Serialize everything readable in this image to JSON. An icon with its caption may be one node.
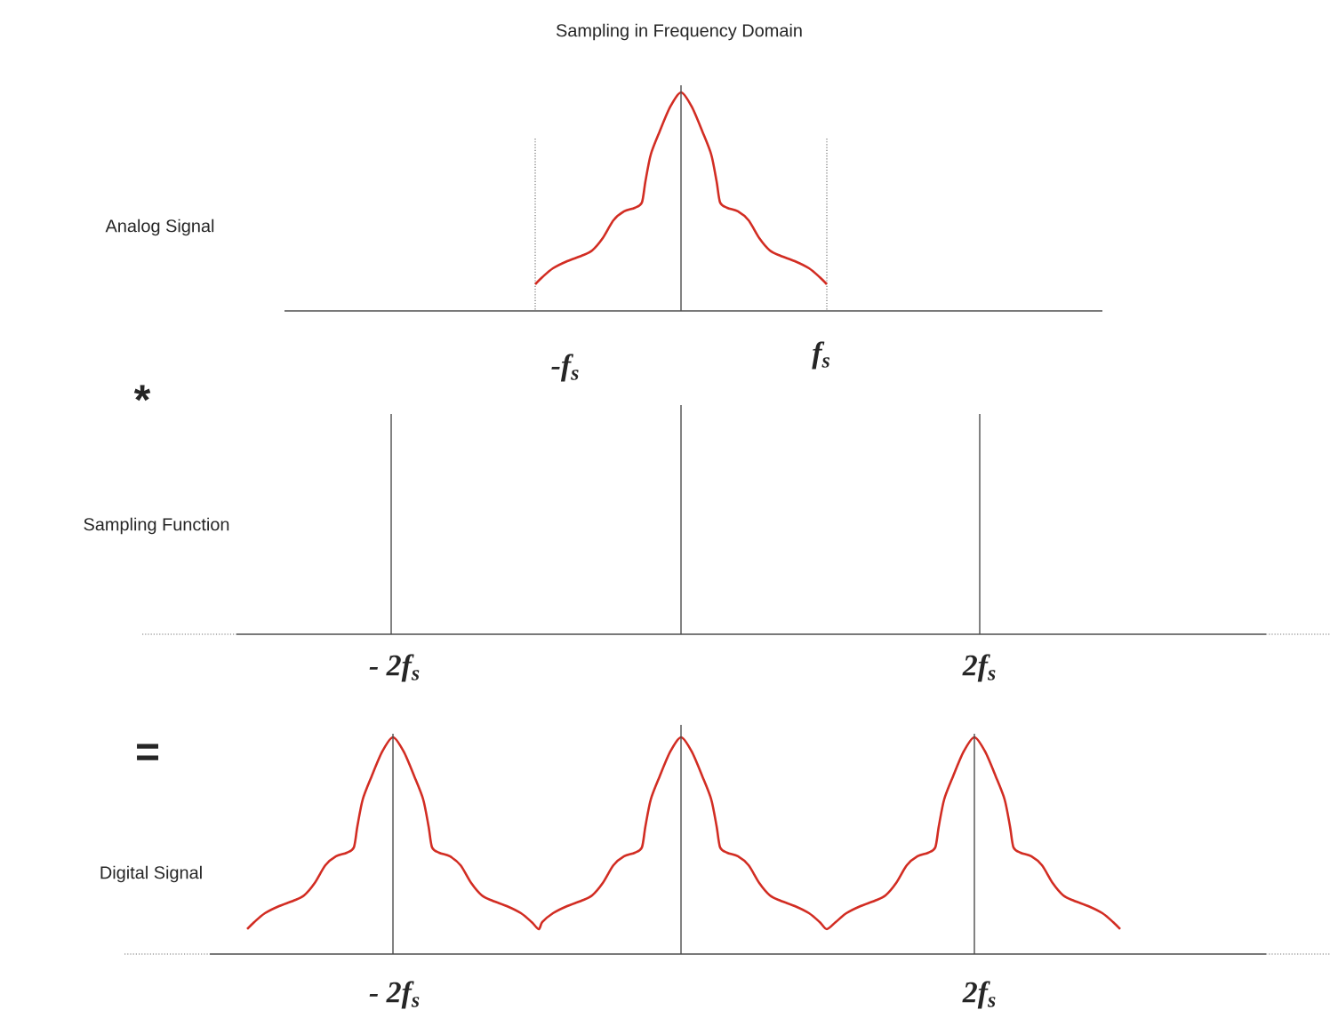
{
  "diagram": {
    "title": "Sampling in Frequency Domain",
    "labels": [
      "Analog Signal",
      "-f$_{s}$",
      "f$_{s}$",
      "*",
      "Sampling Function",
      "- 2f$_{s}$",
      "2f$_{s}$",
      "=",
      "Digital Signal",
      "- 2f$_{s}$",
      "2f$_{s}$"
    ]
  }
}
